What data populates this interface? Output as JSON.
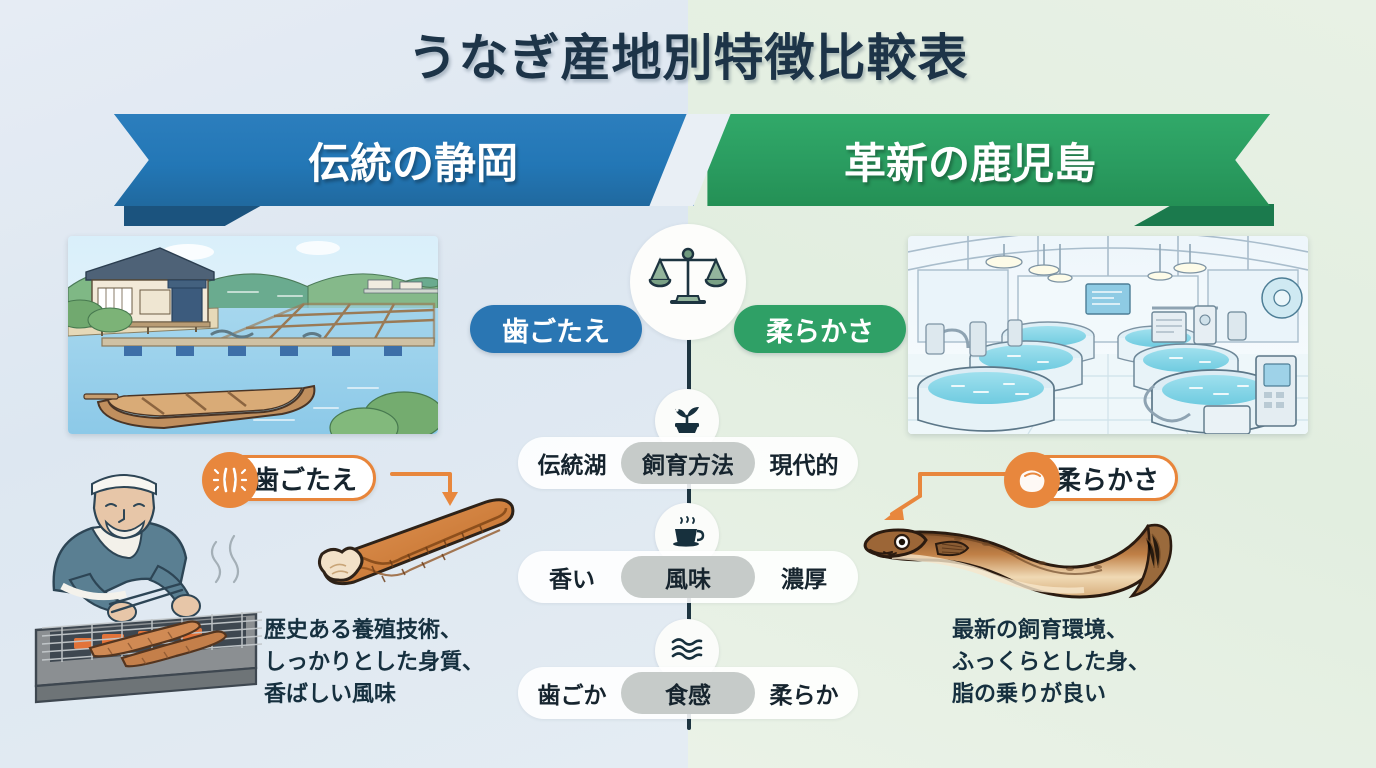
{
  "title": "うなぎ産地別特徴比較表",
  "background": {
    "left_color": "#e2eaf2",
    "right_color": "#e6f0e2"
  },
  "banners": {
    "left": {
      "label": "伝統の静岡",
      "color": "#2377b6"
    },
    "right": {
      "label": "革新の鹿児島",
      "color": "#2a9c60"
    }
  },
  "center": {
    "scale_icon": "balance-scale-icon",
    "left_pill": {
      "label": "歯ごたえ",
      "color": "#2a76b3"
    },
    "right_pill": {
      "label": "柔らかさ",
      "color": "#2fa066"
    },
    "rows": [
      {
        "icon": "seedling-icon",
        "left": "伝統湖",
        "center": "飼育方法",
        "right": "現代的"
      },
      {
        "icon": "hot-beverage-icon",
        "left": "香い",
        "center": "風味",
        "right": "濃厚"
      },
      {
        "icon": "water-waves-icon",
        "left": "歯ごか",
        "center": "食感",
        "right": "柔らか"
      }
    ]
  },
  "badges": {
    "left": {
      "label": "歯ごたえ",
      "icon": "firm-texture-icon",
      "accent": "#e8873d"
    },
    "right": {
      "label": "柔らかさ",
      "icon": "soft-texture-icon",
      "accent": "#e8873d"
    }
  },
  "descriptions": {
    "left": "歴史ある養殖技術、\nしっかりとした身質、\n香ばしい風味",
    "right": "最新の飼育環境、\nふっくらとした身、\n脂の乗りが良い"
  },
  "illustrations": {
    "photo_left": "traditional-eel-farm-pond-photo",
    "photo_right": "modern-indoor-aquaculture-facility-photo",
    "grill": "craftsman-grilling-eel-illustration",
    "kabayaki": "grilled-eel-fillet-illustration",
    "live_eel": "live-eel-illustration"
  }
}
